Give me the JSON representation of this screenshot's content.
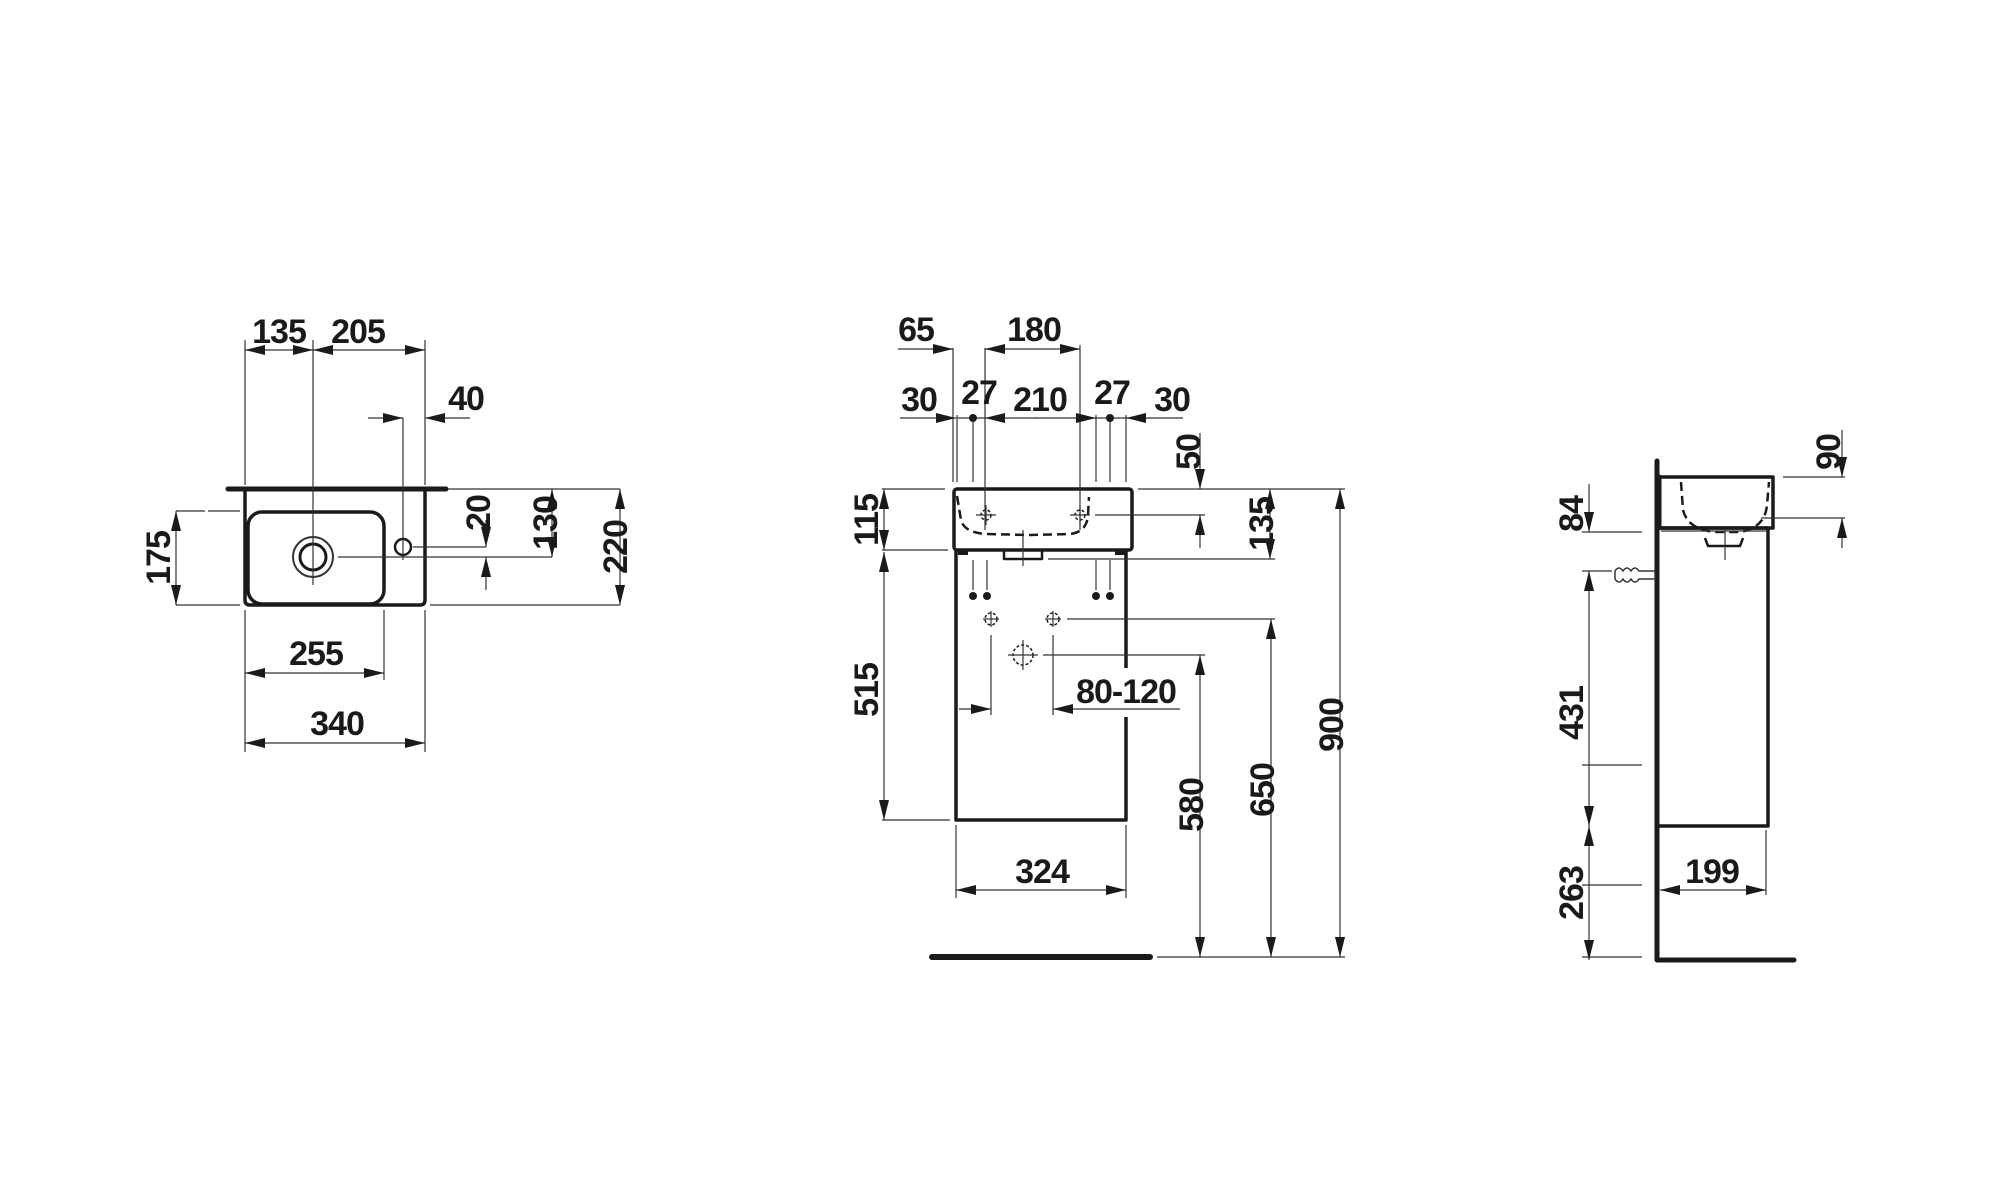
{
  "drawing": {
    "title": "Washbasin with vanity unit – dimension drawing",
    "units": "mm",
    "views": {
      "top_view": {
        "dimensions": {
          "drain_from_left": "135",
          "drain_to_right": "205",
          "taphole_from_right": "40",
          "taphole_offset": "20",
          "drain_from_wall": "130",
          "depth_total": "220",
          "basin_depth": "175",
          "basin_width": "255",
          "width_total": "340"
        }
      },
      "front_view": {
        "dimensions": {
          "left_offset": "65",
          "fixing_span": "180",
          "edge_left": "30",
          "hole_left": "27",
          "hole_span": "210",
          "hole_right": "27",
          "edge_right": "30",
          "overflow_depth": "50",
          "basin_height": "115",
          "drain_height": "135",
          "cabinet_height": "515",
          "supply_spacing": "80-120",
          "outlet_height": "580",
          "supply_height": "650",
          "top_height": "900",
          "cabinet_width": "324"
        }
      },
      "side_view": {
        "dimensions": {
          "rim_depth": "90",
          "fixing_offset": "84",
          "cabinet_height": "431",
          "floor_clearance": "263",
          "cabinet_depth": "199"
        }
      }
    }
  }
}
